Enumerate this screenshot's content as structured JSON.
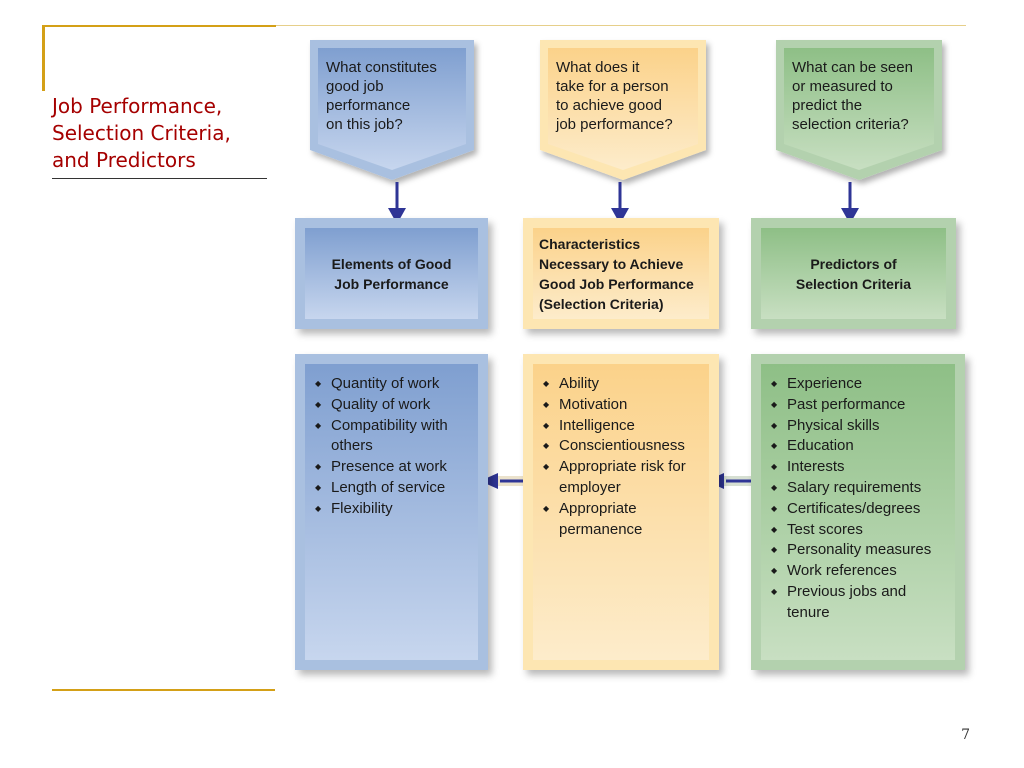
{
  "slide": {
    "title": "Job Performance,\nSelection Criteria,\nand Predictors",
    "page_number": "7"
  },
  "colors": {
    "accent_gold": "#d4a017",
    "title_red": "#a50000",
    "arrow_navy": "#2f3596",
    "blue_panel": "#a9c0e0",
    "orange_panel": "#fde6b2",
    "green_panel": "#b3d1ae"
  },
  "diagram": {
    "questions": {
      "performance": "What constitutes\ngood job\nperformance\non this job?",
      "criteria": "What does it\ntake for a person\nto achieve good\njob performance?",
      "predictors": "What can be seen\nor measured to\npredict the\nselection criteria?"
    },
    "headers": {
      "performance": "Elements of Good\nJob Performance",
      "criteria": "Characteristics\nNecessary to Achieve\nGood Job Performance\n(Selection Criteria)",
      "predictors": "Predictors of\nSelection Criteria"
    },
    "lists": {
      "performance": [
        "Quantity of work",
        "Quality of work",
        "Compatibility with\nothers",
        "Presence at work",
        "Length of service",
        "Flexibility"
      ],
      "criteria": [
        "Ability",
        "Motivation",
        "Intelligence",
        "Conscientiousness",
        "Appropriate risk for\nemployer",
        "Appropriate\npermanence"
      ],
      "predictors": [
        "Experience",
        "Past performance",
        "Physical skills",
        "Education",
        "Interests",
        "Salary requirements",
        "Certificates/degrees",
        "Test scores",
        "Personality measures",
        "Work references",
        "Previous jobs and\ntenure"
      ]
    }
  }
}
